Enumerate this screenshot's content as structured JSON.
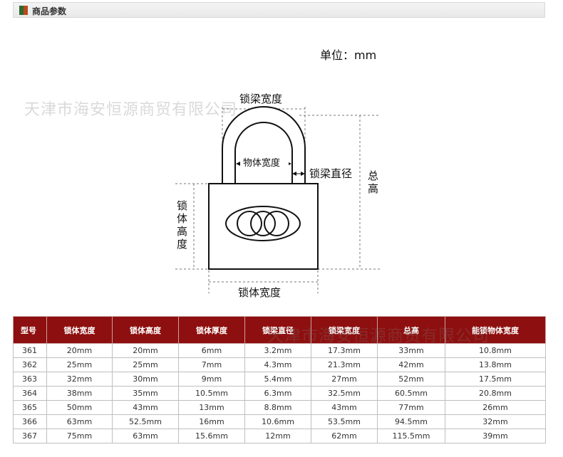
{
  "header": {
    "title": "商品参数"
  },
  "unit_label": "单位：mm",
  "watermark": "天津市海安恒源商贸有限公司",
  "diagram": {
    "shackle_width": "锁梁宽度",
    "body_inner_width": "物体宽度",
    "shackle_diameter": "锁梁直径",
    "total_height": [
      "总",
      "高"
    ],
    "body_height": [
      "锁",
      "体",
      "高",
      "度"
    ],
    "body_width": "锁体宽度"
  },
  "table": {
    "headers": [
      "型号",
      "锁体宽度",
      "锁体高度",
      "锁体厚度",
      "锁梁直径",
      "锁梁宽度",
      "总高",
      "能锁物体宽度"
    ],
    "rows": [
      [
        "361",
        "20mm",
        "20mm",
        "6mm",
        "3.2mm",
        "17.3mm",
        "33mm",
        "10.8mm"
      ],
      [
        "362",
        "25mm",
        "25mm",
        "7mm",
        "4.3mm",
        "21.3mm",
        "42mm",
        "13.8mm"
      ],
      [
        "363",
        "32mm",
        "30mm",
        "9mm",
        "5.4mm",
        "27mm",
        "52mm",
        "17.5mm"
      ],
      [
        "364",
        "38mm",
        "35mm",
        "10.5mm",
        "6.3mm",
        "32.5mm",
        "60.5mm",
        "20.8mm"
      ],
      [
        "365",
        "50mm",
        "43mm",
        "13mm",
        "8.8mm",
        "43mm",
        "77mm",
        "26mm"
      ],
      [
        "366",
        "63mm",
        "52.5mm",
        "16mm",
        "10.6mm",
        "53.5mm",
        "94.5mm",
        "32mm"
      ],
      [
        "367",
        "75mm",
        "63mm",
        "15.6mm",
        "12mm",
        "62mm",
        "115.5mm",
        "39mm"
      ]
    ]
  }
}
